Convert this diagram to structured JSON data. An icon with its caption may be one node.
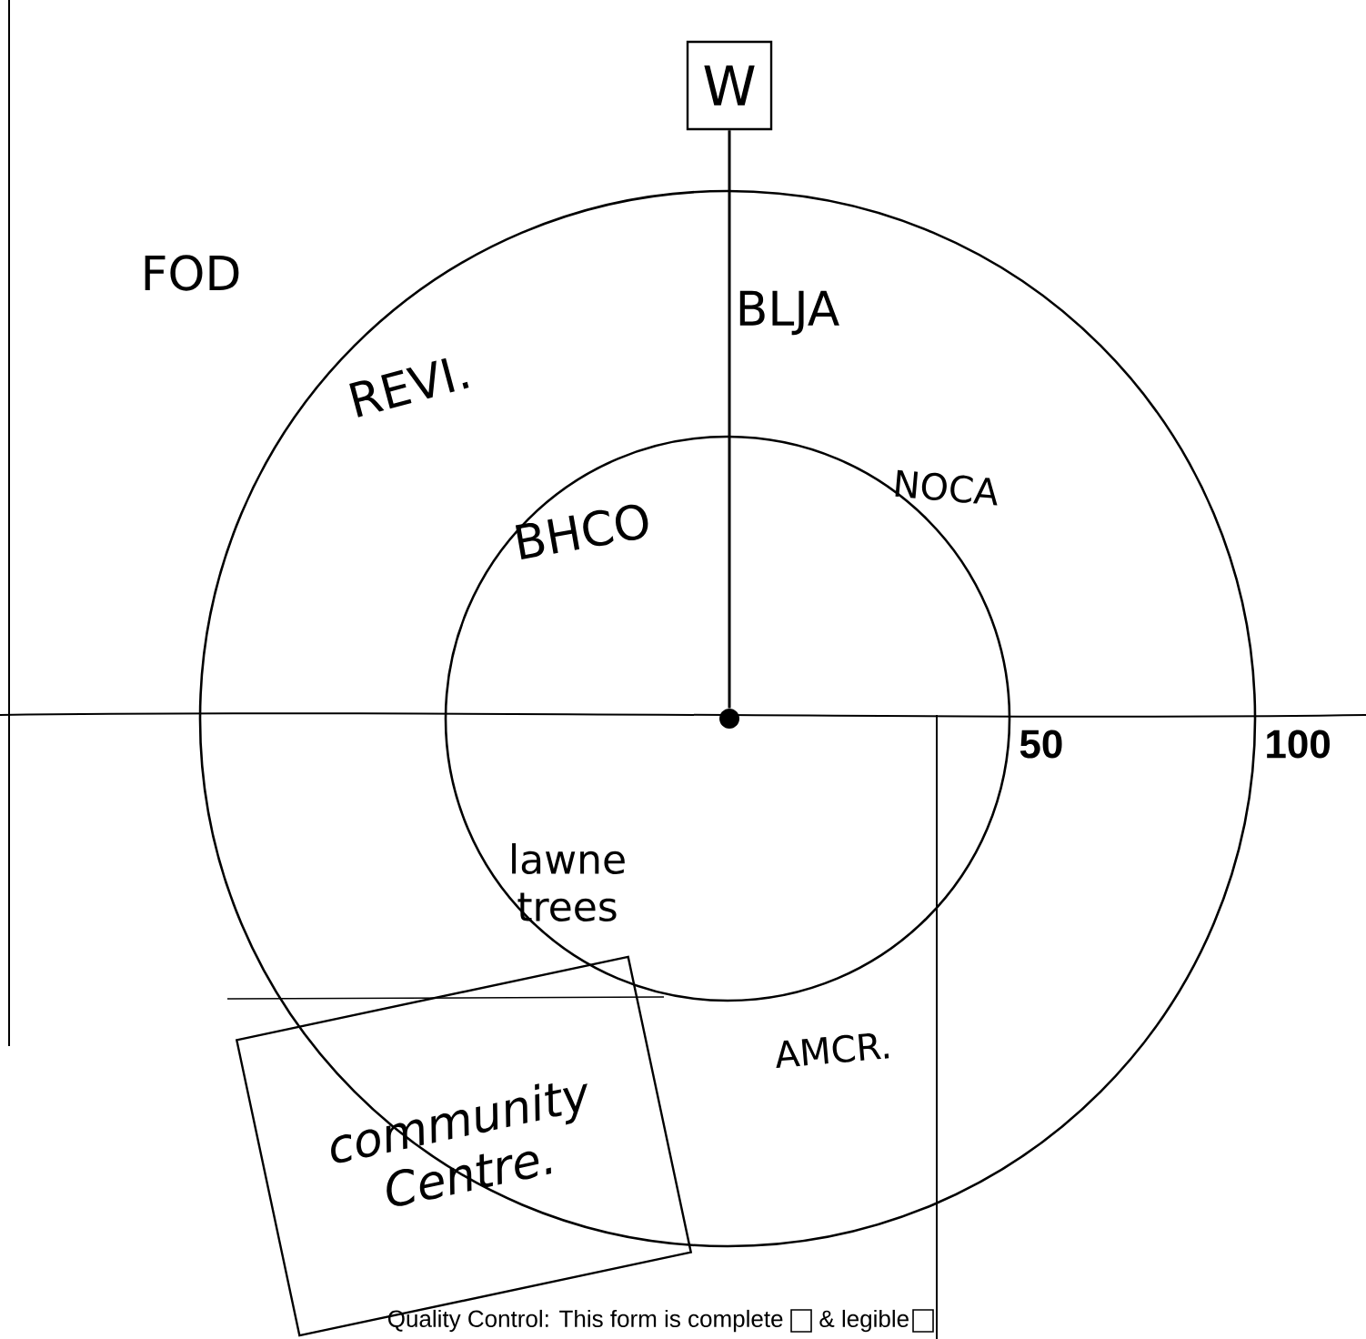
{
  "diagram": {
    "nodes": [
      {
        "text": [
          "W"
        ]
      },
      {
        "text": [],
        "shape": "circle"
      },
      {
        "text": [
          "community Centre."
        ]
      }
    ],
    "edges": [
      {
        "from": 0,
        "to": 1,
        "arrow": "none"
      }
    ],
    "labels": [
      "FOD",
      "BLJA",
      "REVI.",
      "NOCA",
      "BHCO",
      "50",
      "100",
      "lawne trees",
      "AMCR.",
      "Quality Control: This form is complete",
      "& legible"
    ]
  }
}
